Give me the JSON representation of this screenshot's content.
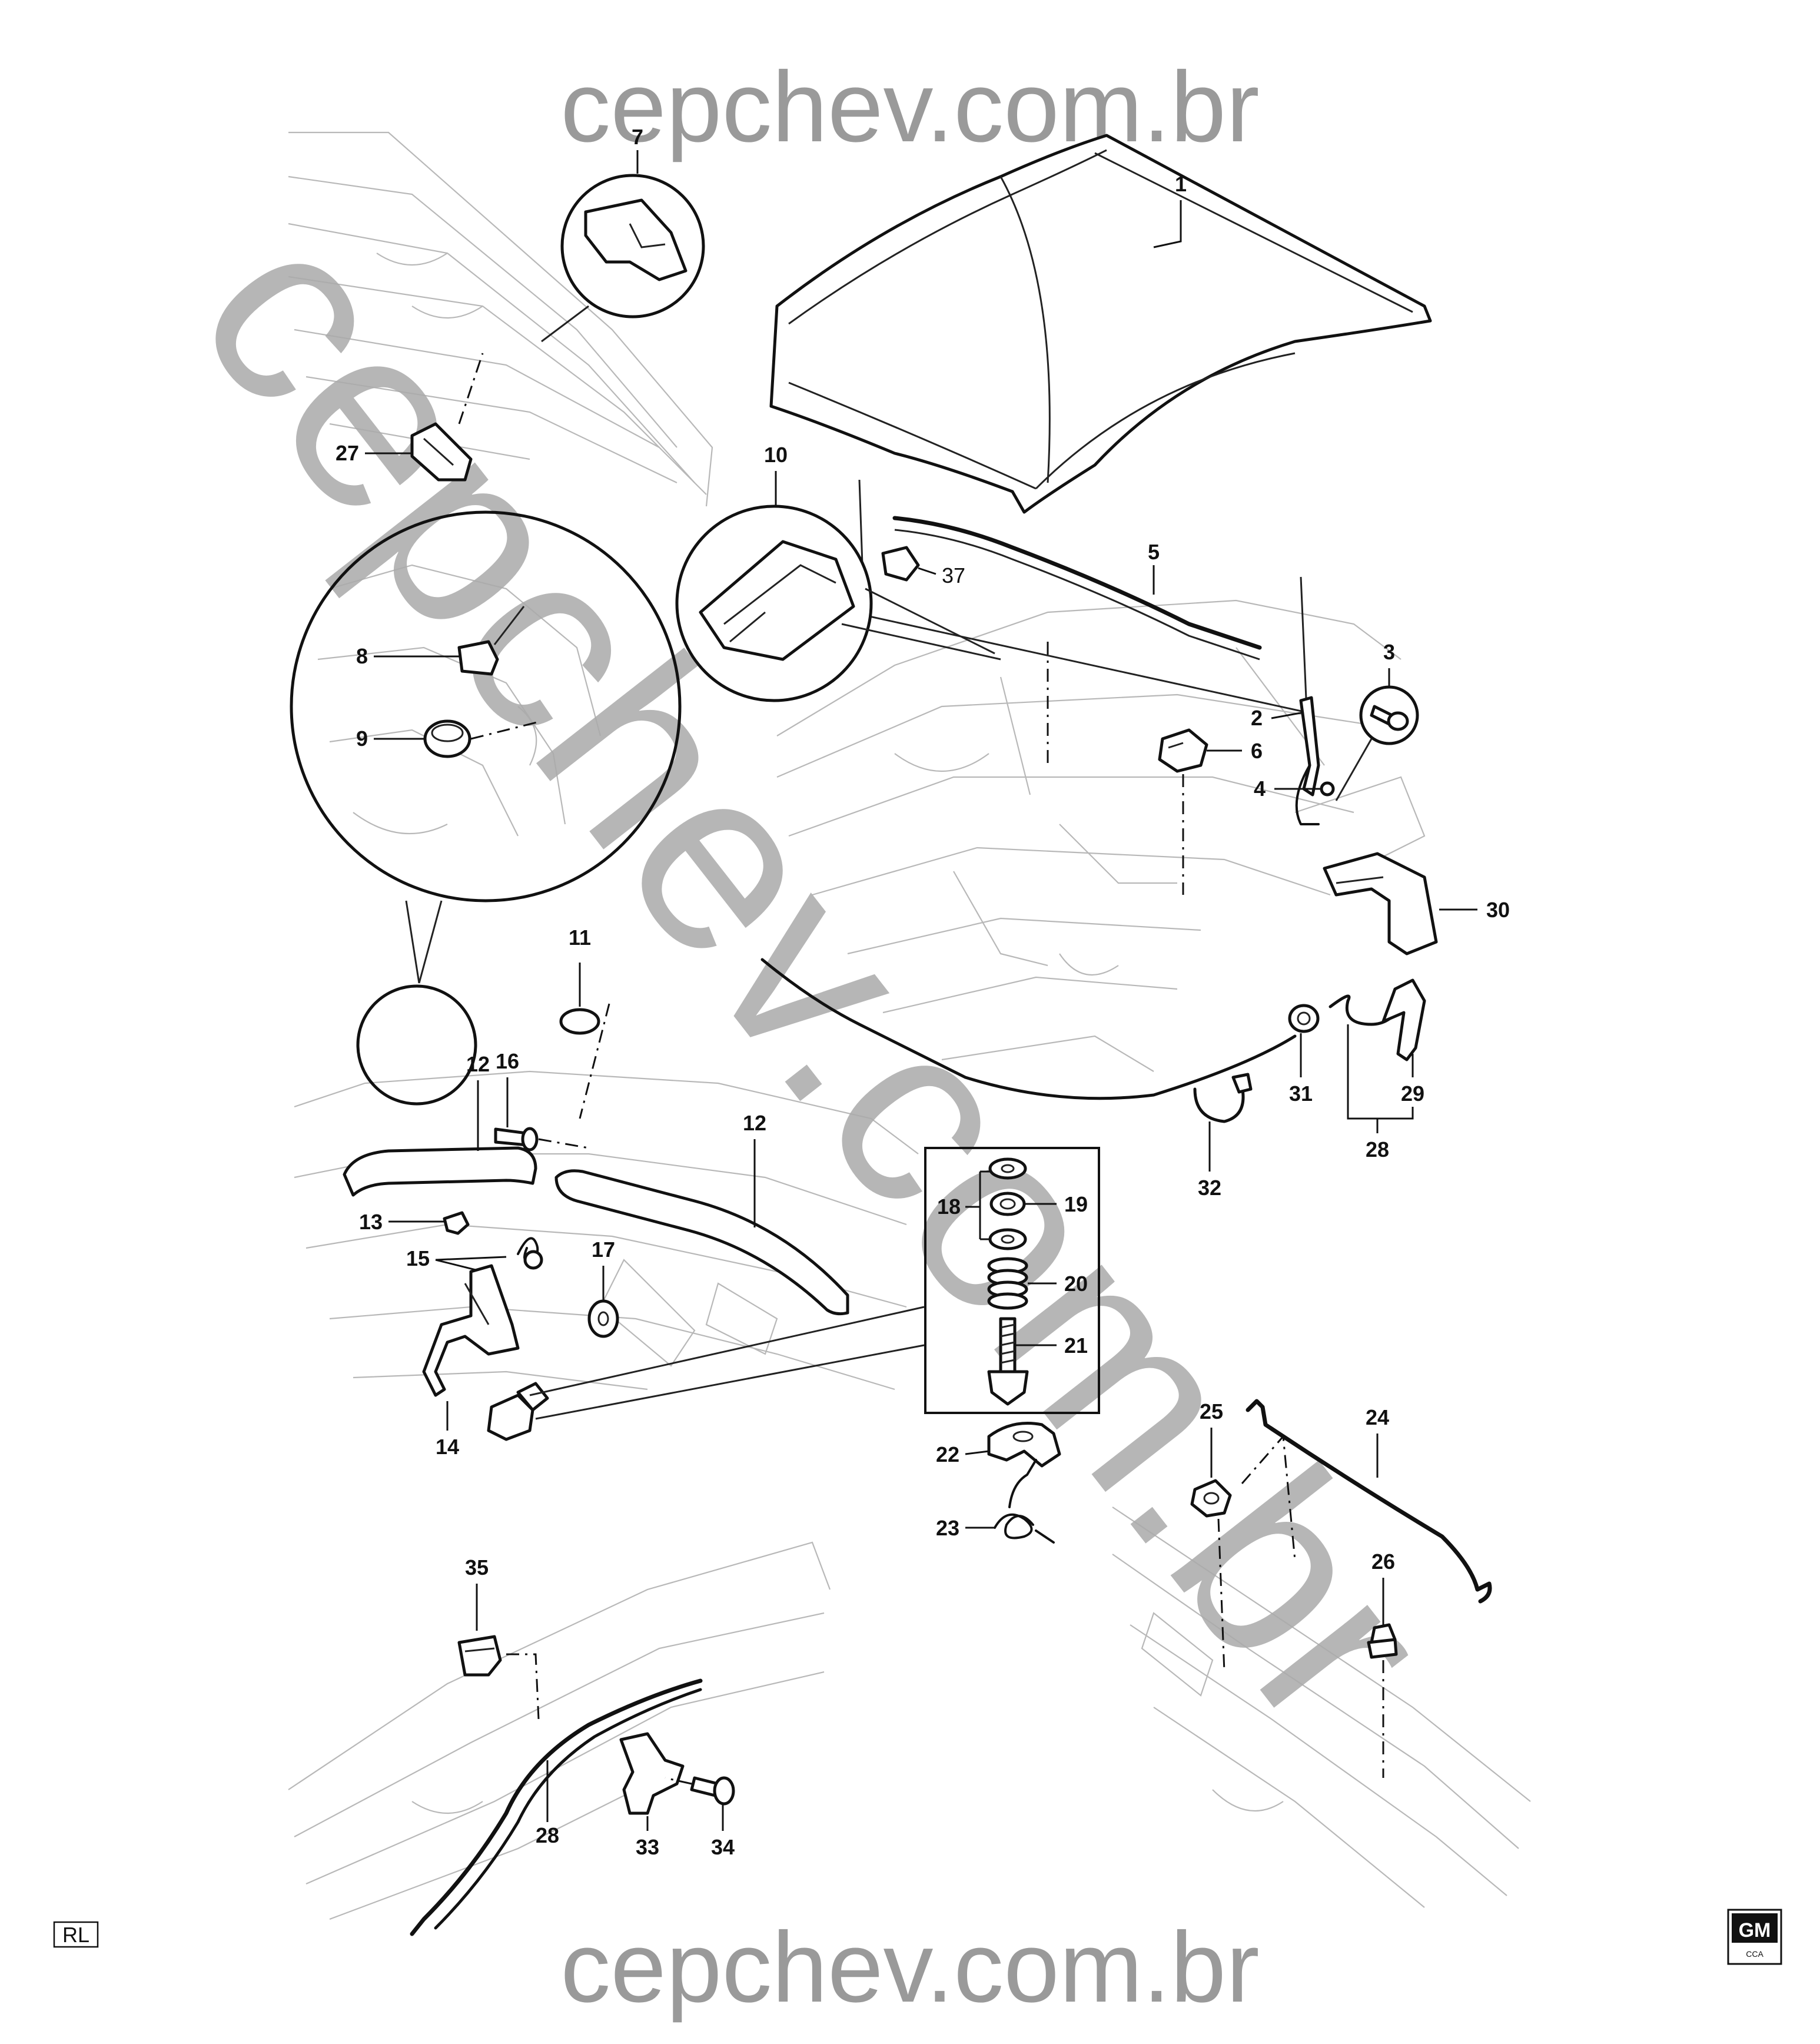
{
  "watermark": {
    "top": "cepchev.com.br",
    "bottom": "cepchev.com.br",
    "diagonal": "cepchev.com.br"
  },
  "callouts": {
    "c1": "1",
    "c2": "2",
    "c3": "3",
    "c4": "4",
    "c5": "5",
    "c6": "6",
    "c7": "7",
    "c8": "8",
    "c9": "9",
    "c10": "10",
    "c11": "11",
    "c12a": "12",
    "c12b": "12",
    "c13": "13",
    "c14": "14",
    "c15": "15",
    "c16": "16",
    "c17": "17",
    "c18": "18",
    "c19": "19",
    "c20": "20",
    "c21": "21",
    "c22": "22",
    "c23": "23",
    "c24": "24",
    "c25": "25",
    "c26": "26",
    "c27": "27",
    "c28a": "28",
    "c28b": "28",
    "c29": "29",
    "c30": "30",
    "c31": "31",
    "c32": "32",
    "c33": "33",
    "c34": "34",
    "c35": "35",
    "c37": "37"
  },
  "corner_badge": "RL",
  "gm_logo": {
    "main": "GM",
    "sub": "CCA"
  }
}
